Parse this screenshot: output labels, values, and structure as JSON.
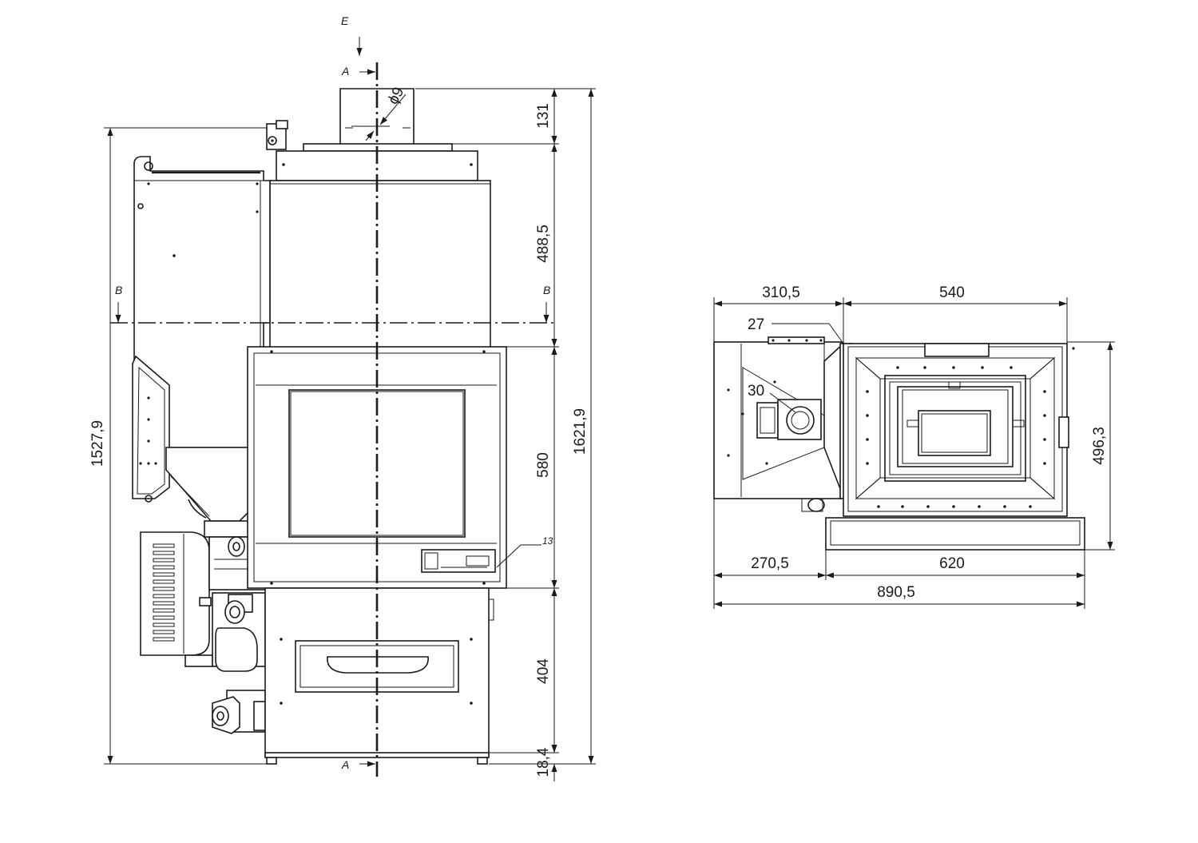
{
  "front_view": {
    "section_labels": {
      "e_top": "E",
      "a_top": "A",
      "a_bottom": "A",
      "b_left": "B",
      "b_right": "B"
    },
    "detail_label_13": "13",
    "dimensions": {
      "pipe_diameter": "ϕ9",
      "d131": "131",
      "d488_5": "488,5",
      "d580": "580",
      "d404": "404",
      "d18_4": "18,4",
      "d1621_9": "1621,9",
      "d1527_9": "1527,9"
    }
  },
  "top_view": {
    "labels": {
      "l27": "27",
      "l30": "30"
    },
    "dimensions": {
      "d310_5": "310,5",
      "d540": "540",
      "d496_3": "496,3",
      "d270_5": "270,5",
      "d620": "620",
      "d890_5": "890,5"
    }
  }
}
